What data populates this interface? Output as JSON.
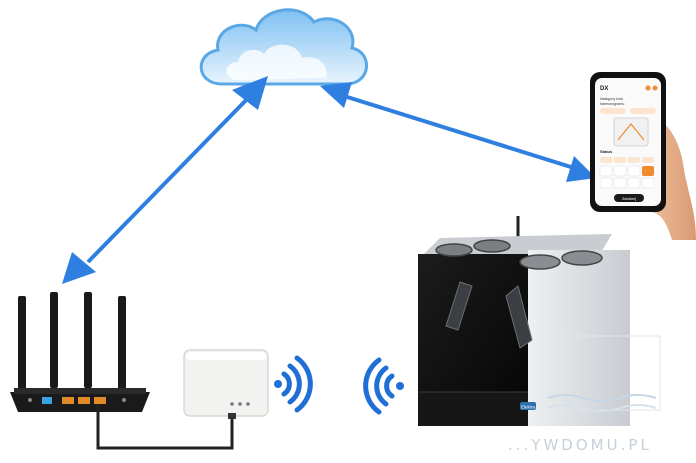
{
  "phone": {
    "header": "DX",
    "section_title": "Następny krok",
    "section_subtitle": "harmonogramu",
    "status_title": "Status",
    "button_label": "Zamknij"
  },
  "unit": {
    "brand_badge": "Elektra"
  },
  "watermark": {
    "text": "...YWDOMU.PL"
  },
  "colors": {
    "arrow": "#2f7fe0",
    "cloud_fill": "#b8dcf7",
    "cloud_stroke": "#5aa7e6",
    "wifi": "#1f6fd6",
    "router_body": "#1a1a1a",
    "port_orange": "#e08a2a",
    "port_blue": "#3aa2e0",
    "cable": "#222222",
    "bridge_body": "#f2f2f0",
    "unit_front": "#0b0b0b",
    "unit_side": "#d9dbde",
    "phone_accent": "#f28a2e"
  },
  "icons": {
    "cloud": "cloud-icon",
    "wifi_left": "wifi-waves-icon",
    "wifi_right": "wifi-waves-icon"
  }
}
